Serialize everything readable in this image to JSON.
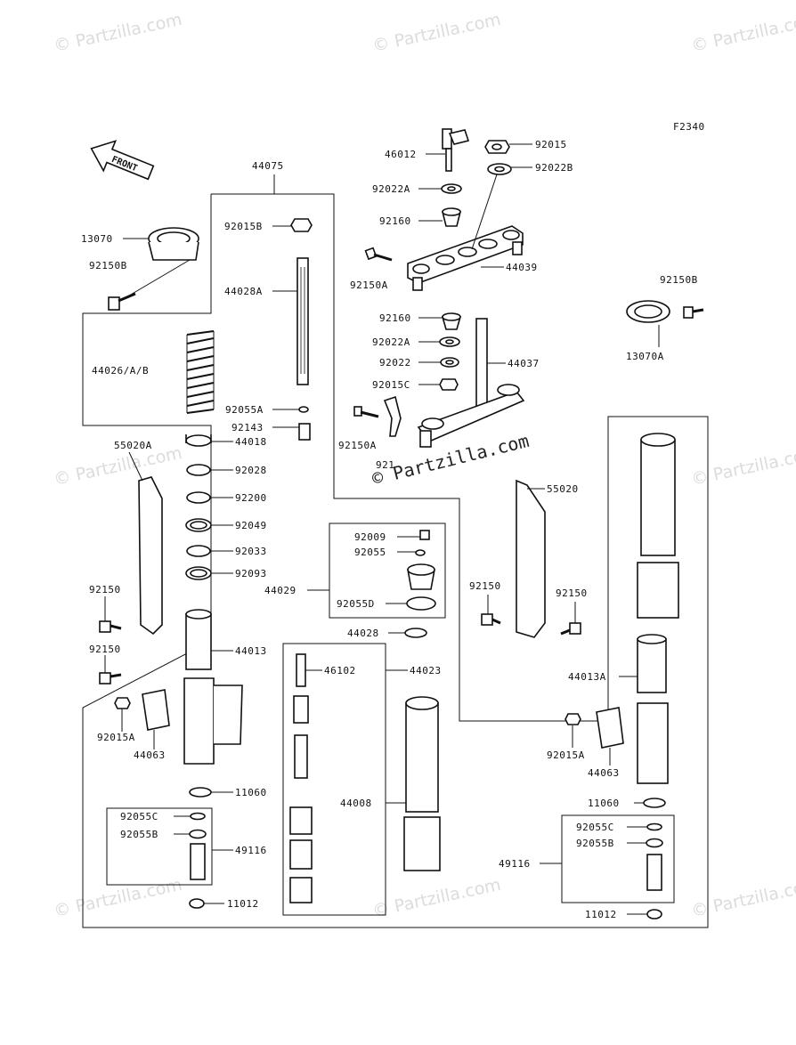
{
  "watermark": "© Partzilla.com",
  "center_watermark": "© Partzilla.com",
  "figure_code": "F2340",
  "front_label": "FRONT",
  "labels": {
    "p44075": "44075",
    "p46012": "46012",
    "p92015": "92015",
    "p92022B": "92022B",
    "p92022A_top": "92022A",
    "p92160_top": "92160",
    "p13070": "13070",
    "p92015B": "92015B",
    "p92150B_left": "92150B",
    "p44028A": "44028A",
    "p92150A_top": "92150A",
    "p44039": "44039",
    "p92150B_right": "92150B",
    "p13070A": "13070A",
    "p44026": "44026/A/B",
    "p92160_mid": "92160",
    "p92022A_mid": "92022A",
    "p92022": "92022",
    "p44037": "44037",
    "p92015C": "92015C",
    "p92055A": "92055A",
    "p92143": "92143",
    "p92150A_mid": "92150A",
    "p44018": "44018",
    "p55020A": "55020A",
    "p92028": "92028",
    "p921xx": "921",
    "p92200": "92200",
    "p55020": "55020",
    "p92049": "92049",
    "p92009": "92009",
    "p92055": "92055",
    "p92033": "92033",
    "p92093": "92093",
    "p44029": "44029",
    "p92150_l1": "92150",
    "p92150_r1": "92150",
    "p92150_r2": "92150",
    "p92055D": "92055D",
    "p44028": "44028",
    "p92150_l2": "92150",
    "p44013": "44013",
    "p46102": "46102",
    "p44023": "44023",
    "p44013A": "44013A",
    "p92015A_l": "92015A",
    "p44063_l": "44063",
    "p92015A_r": "92015A",
    "p44063_r": "44063",
    "p11060_l": "11060",
    "p44008": "44008",
    "p11060_r": "11060",
    "p92055C_l": "92055C",
    "p92055B_l": "92055B",
    "p49116_l": "49116",
    "p92055C_r": "92055C",
    "p92055B_r": "92055B",
    "p49116_r": "49116",
    "p11012_l": "11012",
    "p11012_r": "11012"
  }
}
